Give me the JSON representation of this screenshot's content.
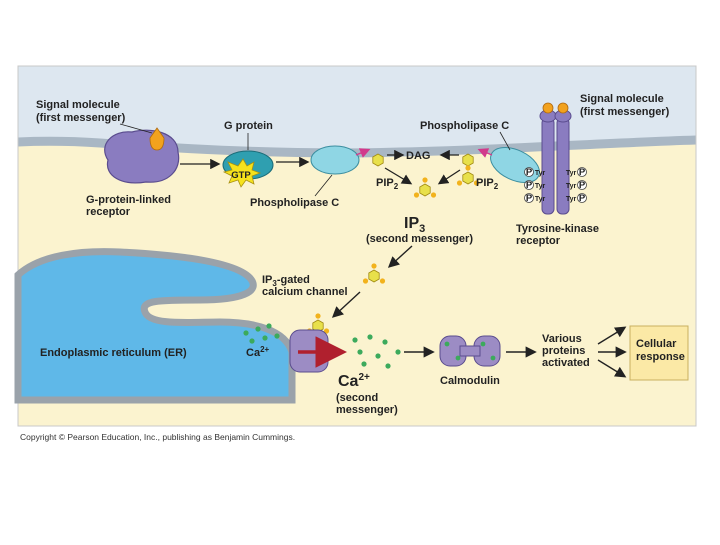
{
  "labels": {
    "signal_molecule_left_1": "Signal molecule",
    "signal_molecule_left_2": "(first messenger)",
    "g_protein": "G protein",
    "gtp": "GTP",
    "gpcr_1": "G-protein-linked",
    "gpcr_2": "receptor",
    "phospholipase_c_lower": "Phospholipase C",
    "dag": "DAG",
    "pip2_left": "PIP",
    "pip2_right": "PIP",
    "pip2_sub": "2",
    "phospholipase_c_upper": "Phospholipase C",
    "signal_molecule_right_1": "Signal molecule",
    "signal_molecule_right_2": "(first messenger)",
    "ip3": "IP",
    "ip3_sub": "3",
    "ip3_second_messenger": "(second messenger)",
    "tyrosine_kinase_1": "Tyrosine-kinase",
    "tyrosine_kinase_2": "receptor",
    "ip3_gated_1a": "IP",
    "ip3_gated_1sub": "3",
    "ip3_gated_1b": "-gated",
    "ip3_gated_2": "calcium channel",
    "er": "Endoplasmic reticulum (ER)",
    "ca_small": "Ca",
    "ca_small_sup": "2+",
    "ca_big": "Ca",
    "ca_big_sup": "2+",
    "ca_second_1": "(second",
    "ca_second_2": "messenger)",
    "calmodulin": "Calmodulin",
    "various_1": "Various",
    "various_2": "proteins",
    "various_3": "activated",
    "cellular_1": "Cellular",
    "cellular_2": "response",
    "p": "P",
    "tyr": "Tyr",
    "copyright": "Copyright © Pearson Education, Inc., publishing as Benjamin Cummings."
  },
  "colors": {
    "cytoplasm": "#fbf3cf",
    "extracellular": "#dde7f0",
    "membrane": "#a9b7c4",
    "er_fill": "#5fb8e8",
    "receptor": "#8a7cc0",
    "g_protein": "#2f9fb0",
    "phospholipase": "#8fd6e4",
    "gtp_star": "#f6e21c",
    "ip3_ring": "#e8e04a",
    "calcium_dot": "#3caa5c",
    "arrow_red": "#b0202e",
    "signal": "#f2a21e",
    "response_box": "#fbe9a6"
  }
}
